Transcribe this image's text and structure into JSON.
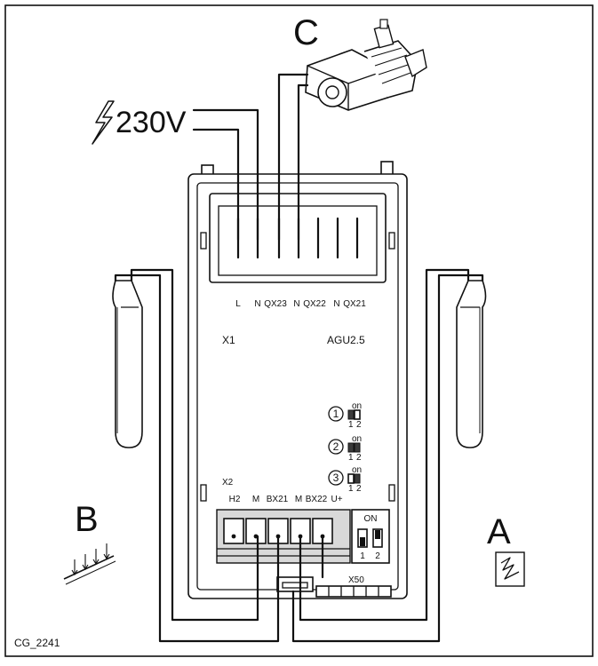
{
  "figure_id": "CG_2241",
  "callouts": {
    "a": "A",
    "b": "B",
    "c": "C"
  },
  "supply_voltage": "230V",
  "module_name": "AGU2.5",
  "connector_x1": {
    "label": "X1",
    "terminals": [
      "L",
      "N",
      "QX23",
      "N",
      "QX22",
      "N",
      "QX21"
    ]
  },
  "connector_x2": {
    "label": "X2",
    "terminals": [
      "H2",
      "M",
      "BX21",
      "M",
      "BX22",
      "U+"
    ]
  },
  "connector_x50": "X50",
  "dip_switch": {
    "on_label": "ON",
    "positions": [
      "1",
      "2"
    ]
  },
  "jumpers": [
    {
      "number": "1",
      "on_label": "on",
      "pins": [
        "1",
        "2"
      ]
    },
    {
      "number": "2",
      "on_label": "on",
      "pins": [
        "1",
        "2"
      ]
    },
    {
      "number": "3",
      "on_label": "on",
      "pins": [
        "1",
        "2"
      ]
    }
  ],
  "icons": {
    "voltage": "lightning-icon",
    "pump": "circulation-pump-icon",
    "sensor_b": "outdoor-sensor-icon",
    "sensor_a": "flow-sensor-icon"
  }
}
